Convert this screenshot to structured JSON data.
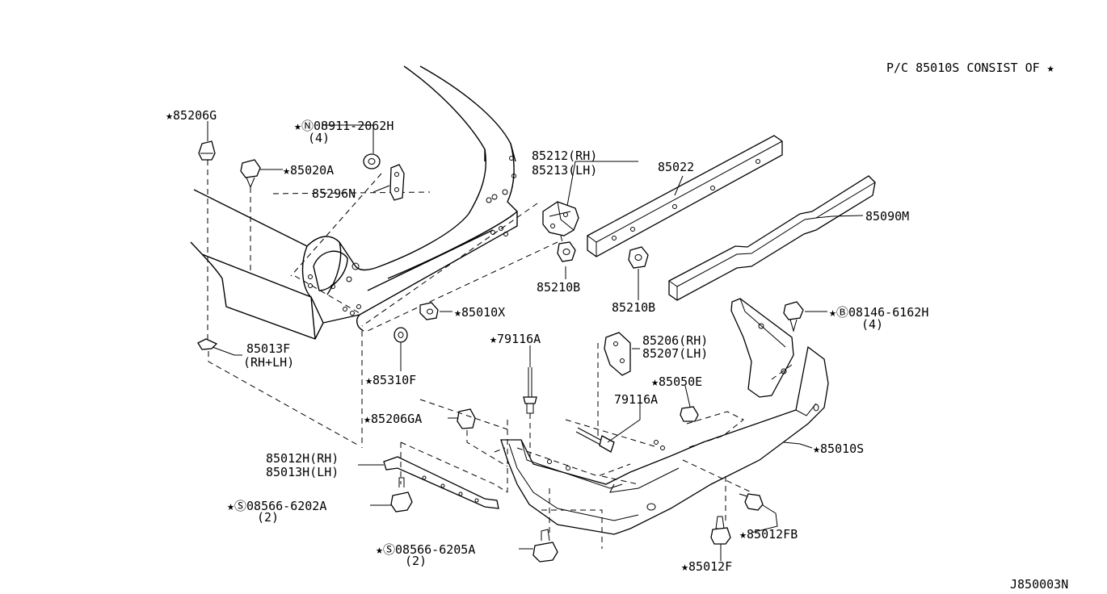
{
  "header": {
    "consist_note": "P/C 85010S CONSIST OF ★"
  },
  "footer": {
    "diagram_code": "J850003N"
  },
  "callouts": {
    "c85206G": "★85206G",
    "c85020A": "★85020A",
    "c08911": "★Ⓝ08911-2062H",
    "c08911_qty": "(4)",
    "c85296N": "85296N",
    "c85212": "85212(RH)",
    "c85213": "85213(LH)",
    "c85022": "85022",
    "c85090M": "85090M",
    "c85210B_a": "85210B",
    "c85210B_b": "85210B",
    "c85010X": "★85010X",
    "c08146": "★Ⓑ08146-6162H",
    "c08146_qty": "(4)",
    "c85013F": "85013F",
    "c85013F_side": "(RH+LH)",
    "c79116A_a": "★79116A",
    "c85206RH": "85206(RH)",
    "c85207LH": "85207(LH)",
    "c85310F": "★85310F",
    "c85050E": "★85050E",
    "c79116A_b": "79116A",
    "c85206GA": "★85206GA",
    "c85010S": "★85010S",
    "c85012H": "85012H(RH)",
    "c85013H": "85013H(LH)",
    "c08566_6202": "★Ⓢ08566-6202A",
    "c08566_6202_qty": "(2)",
    "c85012FB": "★85012FB",
    "c08566_6205": "★Ⓢ08566-6205A",
    "c08566_6205_qty": "(2)",
    "c85012F": "★85012F"
  }
}
